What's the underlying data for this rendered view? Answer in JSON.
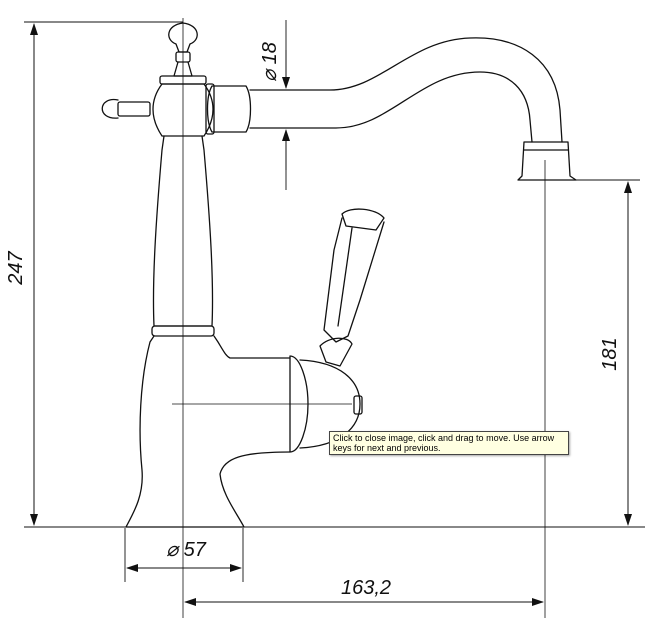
{
  "dimensions": {
    "height_total": "247",
    "height_spout": "181",
    "diameter_base": "57",
    "diameter_spout": "18",
    "reach": "163,2"
  },
  "tooltip": {
    "text": "Click to close image, click and drag to move. Use arrow keys for next and previous."
  },
  "colors": {
    "line": "#111111",
    "tooltip_bg": "#ffffe1"
  }
}
